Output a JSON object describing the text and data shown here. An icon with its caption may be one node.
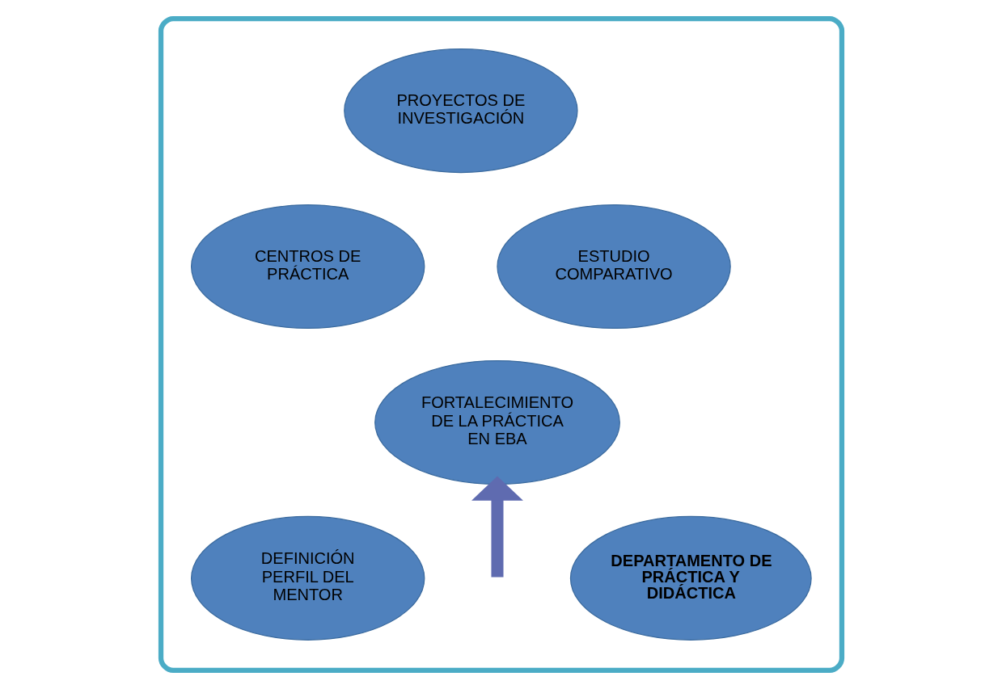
{
  "diagram": {
    "nodes": [
      {
        "text": [],
        "shape": "box"
      },
      {
        "text": [
          "PROYECTOS DE INVESTIGACIÓN"
        ],
        "in": 0
      },
      {
        "text": [
          "CENTROS DE PRÁCTICA"
        ],
        "in": 0
      },
      {
        "text": [
          "ESTUDIO COMPARATIVO"
        ],
        "in": 0
      },
      {
        "text": [
          "FORTALECIMIENTO DE LA PRÁCTICA EN EBA"
        ],
        "in": 0
      },
      {
        "text": [
          "DEFINICIÓN PERFIL DEL MENTOR"
        ],
        "in": 0
      },
      {
        "text": [
          "DEPARTAMENTO DE PRÁCTICA Y DIDÁCTICA"
        ],
        "in": 0
      }
    ],
    "edges": [
      {
        "from": null,
        "to": 4,
        "arrow": "to"
      }
    ]
  }
}
